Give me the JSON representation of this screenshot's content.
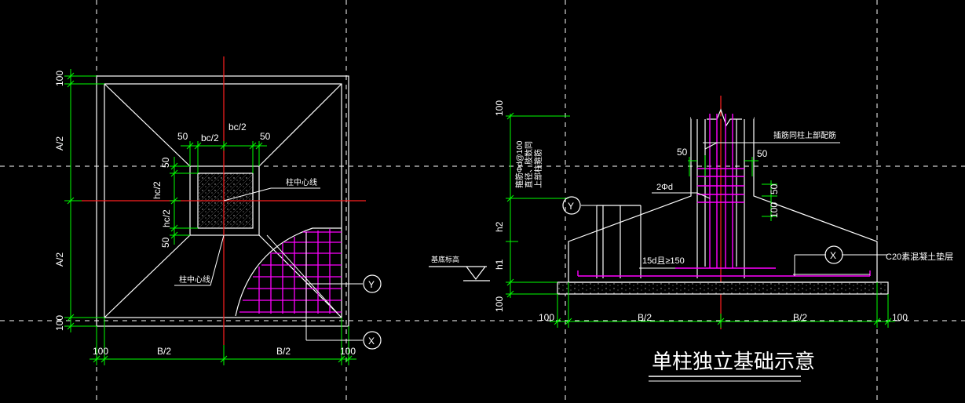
{
  "colors": {
    "background": "#000000",
    "outline": "#ffffff",
    "dimension": "#00ff00",
    "centerline": "#ff2020",
    "rebar": "#ff00ff",
    "label": "#ffffff"
  },
  "plan": {
    "dim_top_100": "100",
    "dim_left_A2_upper": "A/2",
    "dim_left_A2_lower": "A/2",
    "dim_bottom_100": "100",
    "dim_bot_100_left": "100",
    "dim_bot_B2_left": "B/2",
    "dim_bot_B2_right": "B/2",
    "dim_bot_100_right": "100",
    "dim_50_top_left": "50",
    "dim_bc2_left": "bc/2",
    "dim_bc2_right": "bc/2",
    "dim_50_top_right": "50",
    "dim_50_left_top": "50",
    "dim_hc2_top": "hc/2",
    "dim_hc2_bottom": "hc/2",
    "dim_50_left_bottom": "50",
    "label_column_center_top": "柱中心线",
    "label_column_center_bottom": "柱中心线",
    "axis_y": "Y",
    "axis_x": "X"
  },
  "section": {
    "dim_top_100": "100",
    "dim_h2": "h2",
    "dim_h1": "h1",
    "dim_bot_100_left": "100",
    "dim_bot_B2_left": "B/2",
    "dim_bot_B2_right": "B/2",
    "dim_bot_100_right": "100",
    "dim_50_left": "50",
    "dim_50_right": "50",
    "dim_50_vert": "50",
    "dim_100_vert": "100",
    "label_stirrup_1": "箍筋Φd@100",
    "label_stirrup_2": "直径、肢数同",
    "label_stirrup_3": "上部柱箍筋",
    "label_top_rebar": "插筋同柱上部配筋",
    "label_2phid": "2Φd",
    "label_anchor": "15d且≥150",
    "label_base_level": "基底标高",
    "label_c20": "C20素混凝土垫层",
    "axis_y": "Y",
    "axis_x": "X"
  },
  "title": "单柱独立基础示意"
}
